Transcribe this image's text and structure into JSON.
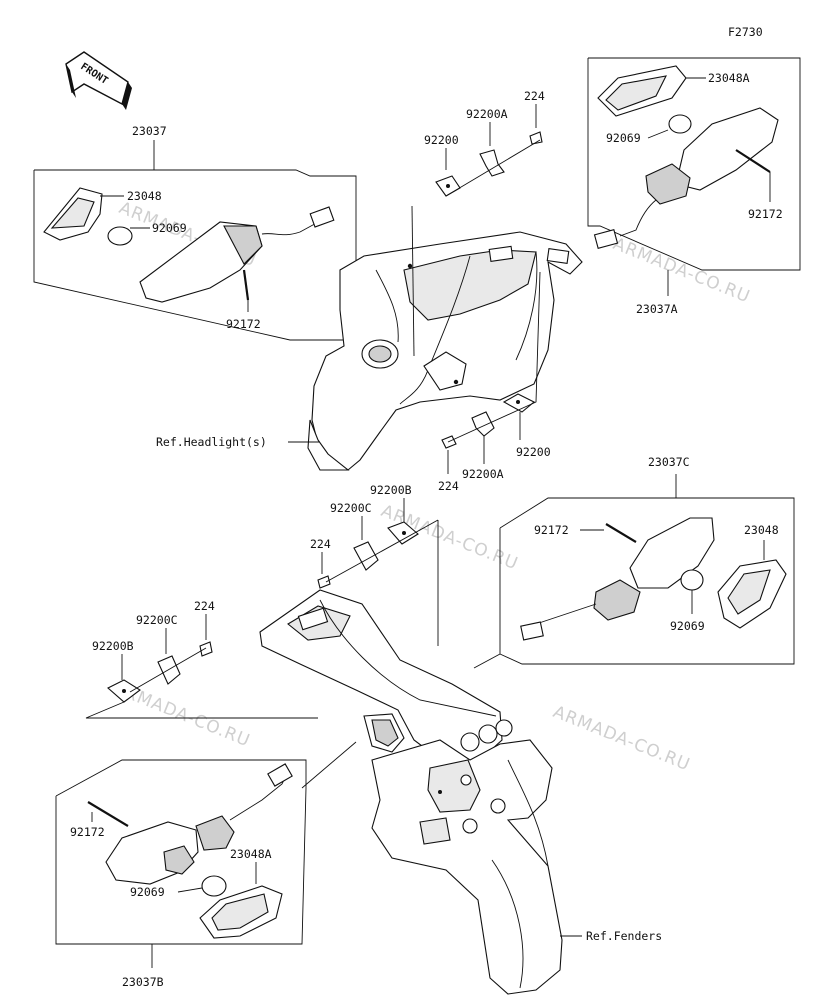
{
  "figure_code": "F2730",
  "front_label": "FRONT",
  "watermarks": [
    "ARMADA-CO.RU",
    "ARMADA-CO.RU",
    "ARMADA-CO.RU",
    "ARMADA-CO.RU",
    "ARMADA-CO.RU"
  ],
  "assemblies": {
    "front_left": "23037",
    "front_right": "23037A",
    "rear_right": "23037C",
    "rear_left": "23037B"
  },
  "parts": {
    "lens_fl": "23048",
    "bulb_fl": "92069",
    "screw_fl": "92172",
    "lens_fr": "23048A",
    "bulb_fr": "92069",
    "screw_fr": "92172",
    "lens_rr": "23048",
    "bulb_rr": "92069",
    "screw_rr": "92172",
    "lens_rl": "23048A",
    "bulb_rl": "92069",
    "screw_rl": "92172",
    "bolt_top": "224",
    "plate_a_top": "92200A",
    "plate_top": "92200",
    "plate_bottom": "92200",
    "plate_a_bottom": "92200A",
    "bolt_bottom": "224",
    "plate_b_upper": "92200B",
    "plate_c_upper": "92200C",
    "bolt_upper": "224",
    "plate_c_lower": "92200C",
    "bolt_lower": "224",
    "plate_b_lower": "92200B"
  },
  "references": {
    "headlight": "Ref.Headlight(s)",
    "fenders": "Ref.Fenders"
  }
}
